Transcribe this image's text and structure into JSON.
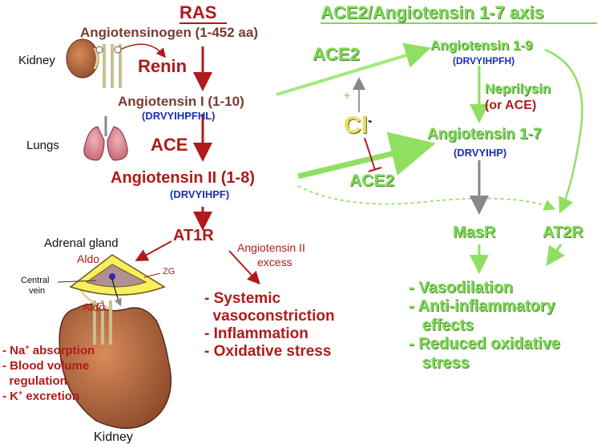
{
  "ras": {
    "title": "RAS",
    "angiotensinogen": "Angiotensinogen (1-452 aa)",
    "renin": "Renin",
    "ang1": "Angiotensin I (1-10)",
    "ang1_seq": "(DRVYIHPFHL)",
    "ace": "ACE",
    "ang2": "Angiotensin II (1-8)",
    "ang2_seq": "(DRVYIHPF)",
    "at1r": "AT1R",
    "excess_line1": "Angiotensin II",
    "excess_line2": "excess",
    "effects": [
      "- Systemic",
      "  vasoconstriction",
      "- Inflammation",
      "- Oxidative stress"
    ]
  },
  "organs": {
    "kidney_top": "Kidney",
    "lungs": "Lungs",
    "adrenal": "Adrenal gland",
    "aldo_top": "Aldo",
    "aldo_bottom": "Aldo",
    "zg": "ZG",
    "central_vein_1": "Central",
    "central_vein_2": "vein",
    "kidney_bottom": "Kidney",
    "kidney_effects": {
      "na_prefix": "- Na",
      "na_sup": "+",
      "na_suffix": " absorption",
      "blood1": "- Blood volume",
      "blood2": "  regulation",
      "k_prefix": "- K",
      "k_sup": "+",
      "k_suffix": " excretion"
    }
  },
  "axis": {
    "title": "ACE2/Angiotensin 1-7 axis",
    "ace2_top": "ACE2",
    "ang19": "Angiotensin 1-9",
    "ang19_seq": "(DRVYIHPFH)",
    "neprilysin": "Neprilysin",
    "or_ace": "(or ACE)",
    "cl": "Cl",
    "cl_sup": "-",
    "plus": "+",
    "ang17": "Angiotensin 1-7",
    "ang17_seq": "(DRVYIHP)",
    "ace2_bottom": "ACE2",
    "masr": "MasR",
    "at2r": "AT2R",
    "effects": [
      "- Vasodilation",
      "- Anti-inflammatory",
      "   effects",
      "- Reduced oxidative",
      "   stress"
    ]
  },
  "colors": {
    "ras_red": "#b01a1a",
    "brown": "#7a3b30",
    "sequence_blue": "#1a2fb0",
    "axis_green": "#7ed957",
    "kidney_brown": "#b0603a"
  }
}
